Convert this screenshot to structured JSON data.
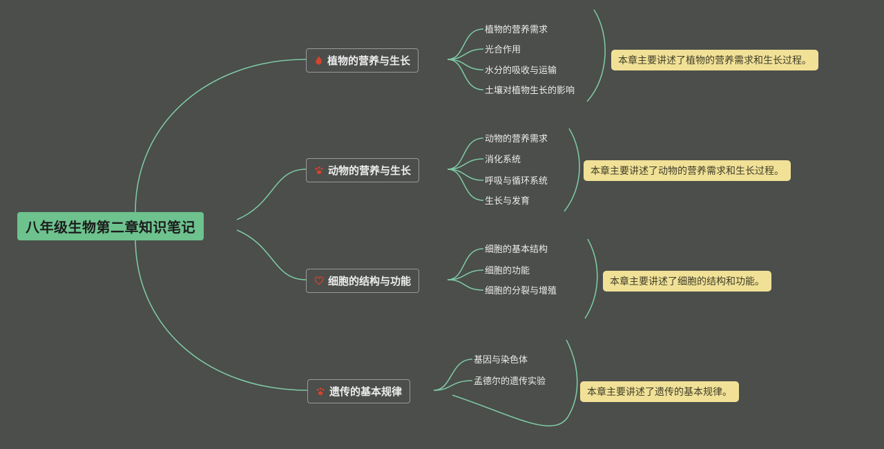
{
  "root": {
    "label": "八年级生物第二章知识笔记"
  },
  "branches": [
    {
      "label": "植物的营养与生长",
      "icon": "flame-icon",
      "children": [
        "植物的营养需求",
        "光合作用",
        "水分的吸收与运输",
        "土壤对植物生长的影响"
      ],
      "note": "本章主要讲述了植物的营养需求和生长过程。"
    },
    {
      "label": "动物的营养与生长",
      "icon": "paw-icon",
      "children": [
        "动物的营养需求",
        "消化系统",
        "呼吸与循环系统",
        "生长与发育"
      ],
      "note": "本章主要讲述了动物的营养需求和生长过程。"
    },
    {
      "label": "细胞的结构与功能",
      "icon": "heart-icon",
      "children": [
        "细胞的基本结构",
        "细胞的功能",
        "细胞的分裂与增殖"
      ],
      "note": "本章主要讲述了细胞的结构和功能。"
    },
    {
      "label": "遗传的基本规律",
      "icon": "paw-icon",
      "children": [
        "基因与染色体",
        "孟德尔的遗传实验"
      ],
      "note": "本章主要讲述了遗传的基本规律。"
    }
  ],
  "colors": {
    "background": "#4b4e4a",
    "root_fill": "#6dc28e",
    "line": "#7ec8a5",
    "note_fill": "#f1e197",
    "icon_red": "#d4432e",
    "branch_border": "#9b9b9b",
    "text_light": "#ededed"
  }
}
